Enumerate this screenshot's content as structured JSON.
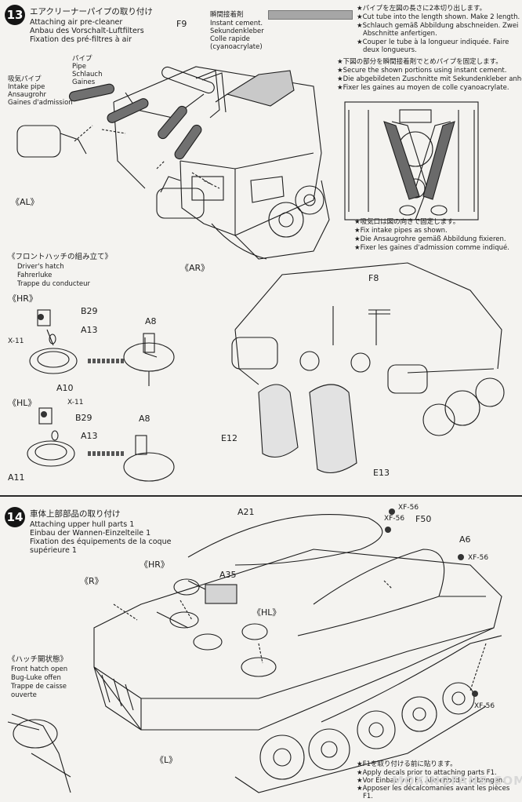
{
  "step13": {
    "number": "13",
    "title_ja": "エアクリーナーパイプの取り付け",
    "title_en": "Attaching air pre-cleaner",
    "title_de": "Anbau des Vorschalt-Luftfilters",
    "title_fr": "Fixation des pré-filtres à air",
    "cement": {
      "ja": "瞬間接着剤",
      "en": "Instant cement.",
      "de": "Sekundenkleber",
      "fr": "Colle rapide",
      "fr2": "(cyanoacrylate)"
    },
    "pipe": {
      "ja": "パイプ",
      "en": "Pipe",
      "de": "Schlauch",
      "fr": "Gaines"
    },
    "intake": {
      "ja": "吸気パイプ",
      "en": "Intake pipe",
      "de": "Ansaugrohr",
      "fr": "Gaines d'admission"
    },
    "note1": {
      "ja": "★パイプを左図の長さに2本切り出します。",
      "en": "★Cut tube into the length shown. Make 2 length.",
      "de1": "★Schlauch gemäß Abbildung abschneiden. Zwei",
      "de2": "Abschnitte anfertigen.",
      "fr1": "★Couper le tube à la longueur indiquée. Faire",
      "fr2": "deux longueurs."
    },
    "note2": {
      "ja": "★下図の部分を瞬間接着剤でとめパイプを固定します。",
      "en": "★Secure the shown portions using instant cement.",
      "de": "★Die abgebildeten Zuschnitte mit Sekundenkleber anheften.",
      "fr": "★Fixer les gaines au moyen de colle cyanoacrylate."
    },
    "note3": {
      "ja": "★吸気口は図の向きで固定します。",
      "en": "★Fix intake pipes as shown.",
      "de": "★Die Ansaugrohre gemäß Abbildung fixieren.",
      "fr": "★Fixer les gaines d'admission comme indiqué."
    },
    "hatch": {
      "ja": "《フロントハッチの組み立て》",
      "en": "Driver's hatch",
      "de": "Fahrerluke",
      "fr": "Trappe du conducteur"
    },
    "labels": {
      "f9": "F9",
      "al": "《AL》",
      "ar": "《AR》",
      "hr": "《HR》",
      "hl": "《HL》",
      "b29": "B29",
      "a13": "A13",
      "x11": "X-11",
      "a10": "A10",
      "a8": "A8",
      "a11": "A11",
      "b29b": "B29",
      "a13b": "A13",
      "x11b": "X-11",
      "a8b": "A8",
      "f8": "F8",
      "e12": "E12",
      "e13": "E13"
    }
  },
  "step14": {
    "number": "14",
    "title_ja": "車体上部部品の取り付け",
    "title_en": "Attaching upper hull parts 1",
    "title_de": "Einbau der Wannen-Einzelteile 1",
    "title_fr1": "Fixation des équipements de la coque",
    "title_fr2": "supérieure 1",
    "open": {
      "ja": "《ハッチ開状態》",
      "en": "Front hatch open",
      "de": "Bug-Luke offen",
      "fr1": "Trappe de caisse",
      "fr2": "ouverte"
    },
    "note": {
      "ja": "★F1を取り付ける前に貼ります。",
      "en": "★Apply decals prior to attaching parts F1.",
      "de": "★Vor Einbau von F1 Abziehbilder anbringen.",
      "fr1": "★Apposer les décalcomanies avant les pièces",
      "fr2": "F1."
    },
    "labels": {
      "a21": "A21",
      "xf56a": "XF-56",
      "xf56b": "XF-56",
      "f50": "F50",
      "a6": "A6",
      "xf56c": "XF-56",
      "hr": "《HR》",
      "a35": "A35",
      "r": "《R》",
      "hl": "《HL》",
      "xf56d": "XF-56",
      "l": "《L》"
    }
  },
  "watermark": "MOXINGFANS.COM"
}
